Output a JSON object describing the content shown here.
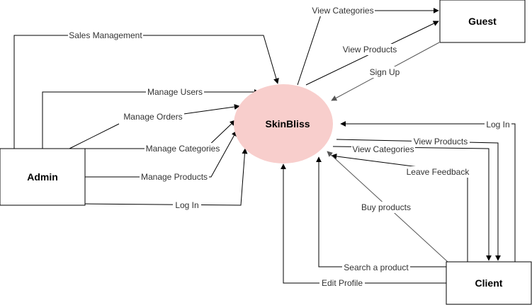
{
  "colors": {
    "system_fill": "#f8cecc",
    "box_stroke": "#000000",
    "edge_stroke": "#000000",
    "guest_edge_stroke": "#555555"
  },
  "system": {
    "label": "SkinBliss"
  },
  "actors": {
    "admin": {
      "label": "Admin"
    },
    "guest": {
      "label": "Guest"
    },
    "client": {
      "label": "Client"
    }
  },
  "edges": {
    "sales_management": "Sales Management",
    "manage_users": "Manage Users",
    "manage_orders": "Manage Orders",
    "manage_categories": "Manage Categories",
    "manage_products": "Manage Products",
    "admin_log_in": "Log In",
    "guest_view_categories": "View Categories",
    "guest_view_products": "View Products",
    "guest_sign_up": "Sign Up",
    "client_log_in": "Log In",
    "client_view_products": "View Products",
    "client_view_categories": "View Categories",
    "leave_feedback": "Leave Feedback",
    "buy_products": "Buy products",
    "search_product": "Search a product",
    "edit_profile": "Edit Profile"
  }
}
